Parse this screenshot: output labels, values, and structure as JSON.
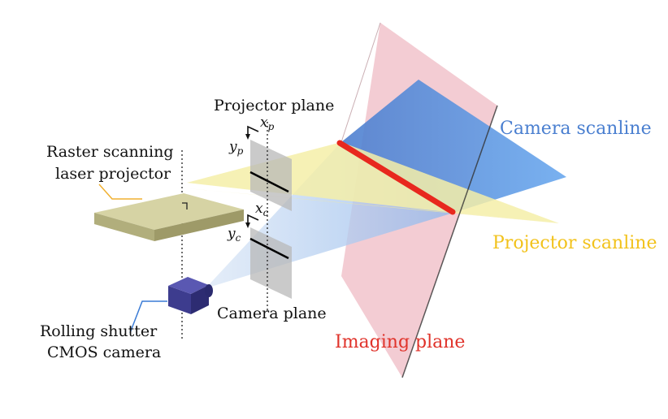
{
  "labels": {
    "projector_plane": "Projector plane",
    "camera_scanline": "Camera scanline",
    "raster_line1": "Raster scanning",
    "raster_line2": "laser projector",
    "projector_scanline": "Projector scanline",
    "camera_plane": "Camera plane",
    "rolling_line1": "Rolling shutter",
    "rolling_line2": "CMOS camera",
    "imaging_plane": "Imaging plane"
  },
  "axes": {
    "xp": "x",
    "xp_sub": "p",
    "yp": "y",
    "yp_sub": "p",
    "xc": "x",
    "xc_sub": "c",
    "yc": "y",
    "yc_sub": "c"
  },
  "colors": {
    "camera_scanline": "#4a7fd0",
    "projector_scanline": "#f2c21b",
    "imaging_plane": "#e0332b",
    "intersection_line": "#e8281e",
    "leader_orange": "#f0b030",
    "leader_blue": "#3a7bd5"
  }
}
